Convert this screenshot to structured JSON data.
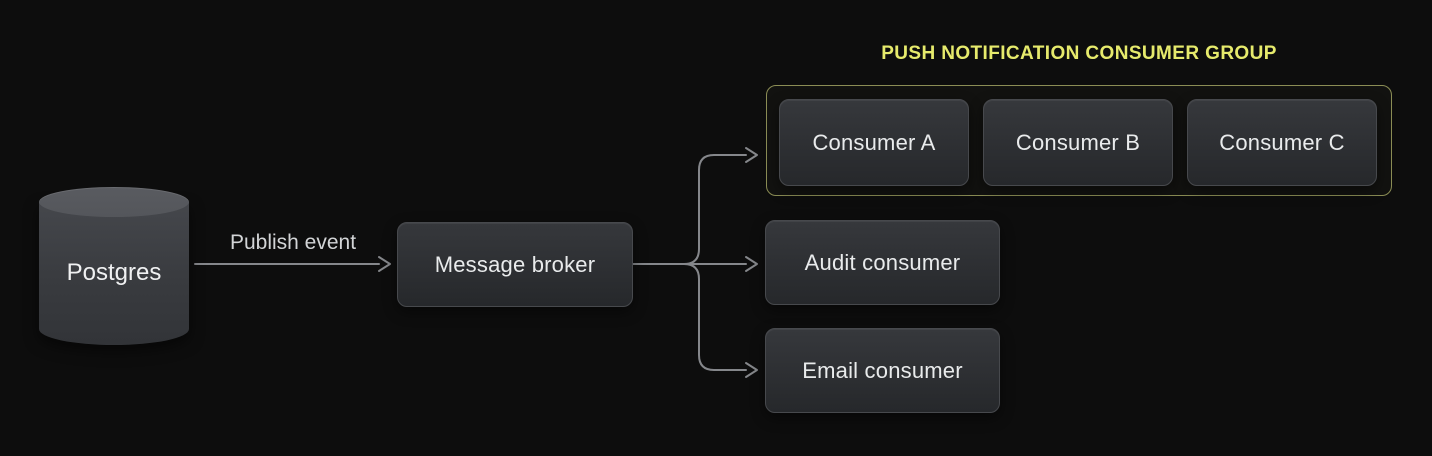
{
  "diagram": {
    "nodes": {
      "postgres": {
        "label": "Postgres",
        "shape": "cylinder"
      },
      "message_broker": {
        "label": "Message broker",
        "shape": "box"
      },
      "consumer_a": {
        "label": "Consumer A",
        "shape": "box"
      },
      "consumer_b": {
        "label": "Consumer B",
        "shape": "box"
      },
      "consumer_c": {
        "label": "Consumer C",
        "shape": "box"
      },
      "audit_consumer": {
        "label": "Audit consumer",
        "shape": "box"
      },
      "email_consumer": {
        "label": "Email consumer",
        "shape": "box"
      }
    },
    "group": {
      "title": "PUSH NOTIFICATION CONSUMER GROUP",
      "members": [
        "Consumer A",
        "Consumer B",
        "Consumer C"
      ]
    },
    "edges": [
      {
        "from": "postgres",
        "to": "message_broker",
        "label": "Publish event"
      },
      {
        "from": "message_broker",
        "to": "push_notification_consumer_group",
        "label": ""
      },
      {
        "from": "message_broker",
        "to": "audit_consumer",
        "label": ""
      },
      {
        "from": "message_broker",
        "to": "email_consumer",
        "label": ""
      }
    ],
    "edge_labels": {
      "publish_event": "Publish event"
    },
    "colors": {
      "background": "#0d0d0d",
      "node_fill_top": "#36383c",
      "node_fill_bottom": "#26282b",
      "node_border": "#47494d",
      "node_text": "#e9ebec",
      "arrow": "#85878b",
      "edge_label": "#d2d4d6",
      "group_border": "#8b8d55",
      "group_title": "#e6ea6c",
      "cylinder_top": "#54565b"
    }
  }
}
